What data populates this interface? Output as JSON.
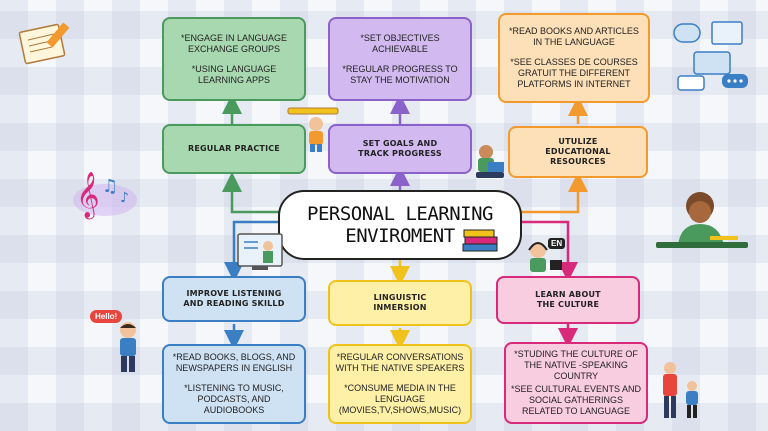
{
  "center": {
    "title": "PERSONAL LEARNING ENVIROMENT"
  },
  "branches": {
    "practice": {
      "header": "REGULAR PRACTICE",
      "details": [
        "*ENGAGE IN LANGUAGE EXCHANGE GROUPS",
        "*USING LANGUAGE LEARNING APPS"
      ]
    },
    "goals": {
      "header": "SET GOALS AND TRACK PROGRESS",
      "details": [
        "*SET OBJECTIVES ACHIEVABLE",
        "*REGULAR PROGRESS TO STAY THE MOTIVATION"
      ]
    },
    "resources": {
      "header": "UTULIZE EDUCATIONAL RESOURCES",
      "details": [
        "*READ BOOKS AND ARTICLES IN THE LANGUAGE",
        "*SEE CLASSES DE COURSES GRATUIT THE DIFFERENT PLATFORMS IN INTERNET"
      ]
    },
    "listening": {
      "header": "IMPROVE LISTENING AND READING SKILLD",
      "details": [
        "*READ BOOKS, BLOGS, AND NEWSPAPERS IN ENGLISH",
        "*LISTENING TO MUSIC, PODCASTS, AND AUDIOBOOKS"
      ]
    },
    "immersion": {
      "header": "LINGUISTIC INMERSION",
      "details": [
        "*REGULAR CONVERSATIONS WITH THE NATIVE SPEAKERS",
        "*CONSUME MEDIA IN THE LENGUAGE (MOVIES,TV,SHOWS,MUSIC)"
      ]
    },
    "culture": {
      "header": "LEARN ABOUT THE CULTURE",
      "details": [
        "*STUDING THE CULTURE OF THE NATIVE -SPEAKING COUNTRY",
        "*SEE CULTURAL EVENTS AND SOCIAL GATHERINGS RELATED TO LANGUAGE"
      ]
    }
  },
  "stickers": {
    "hello": "Hello!",
    "en": "EN"
  },
  "colors": {
    "green": "#4a9a5e",
    "purple": "#8b62c9",
    "orange": "#f39a2f",
    "blue": "#3a7ec4",
    "yellow": "#f1c21b",
    "pink": "#d9297a"
  }
}
